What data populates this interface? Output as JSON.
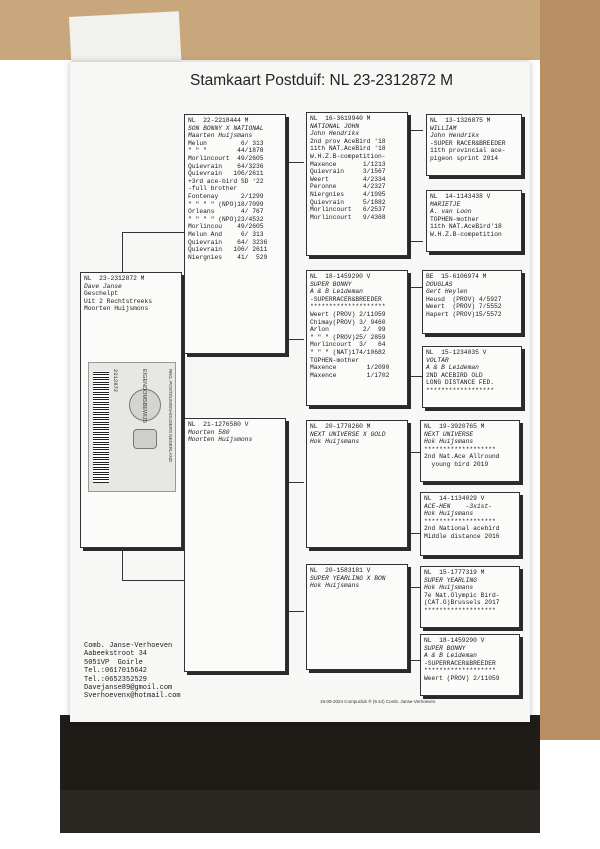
{
  "title": "Stamkaart Postduif: NL  23-2312872 M",
  "pigeon": {
    "lines": [
      "NL  23-2312872 M",
      "Dave Janse",
      "Geschelpt",
      "",
      "Uit 2 Rechtstreeks",
      "Moorten Huijsmons"
    ]
  },
  "stamp": {
    "text1": "EIGENDOMSBEWIJS",
    "text2": "2312872",
    "text3": "REG. POSTDUIVENHOUDERS NEDERLAND"
  },
  "sire": {
    "lines": [
      "NL  22-2218444 M",
      "SON BONNY X NATIONAL",
      "Maarten Huijsmans",
      "Melun         6/ 313",
      "\" \" \"        44/1878",
      "Morlincourt  49/2605",
      "Quievrain    64/3236",
      "Quievrain   106/2611",
      "+3rd ace-bird SD '22",
      "-full brother",
      "Fontenay      2/1299",
      "\" \" \" \" (NPO)18/7099",
      "Orleans       4/ 767",
      "\" \" \" \" (NPO)23/4532",
      "Morlincou    49/2605",
      "Melun And     6/ 313",
      "Quievrain    64/ 3236",
      "Quievrain   106/ 2611",
      "Niergnies    41/  529"
    ]
  },
  "dam": {
    "lines": [
      "NL  21-1276580 V",
      "Moorten 580",
      "Moorten Huijsmons"
    ]
  },
  "ss": {
    "lines": [
      "NL  16-3619940 M",
      "NATIONAL JOHN",
      "John Hendrikx",
      "2nd prov AceBird '18",
      "11th NAT.AceBird '18",
      "W.H.Z.B-competition-",
      "Maxence       1/1213",
      "Quievrain     3/1567",
      "Weert         4/2334",
      "Peronne       4/2327",
      "Niergnies     4/1995",
      "Quievrain     5/1882",
      "Morlincourt   6/2537",
      "Morlincourt   9/4368"
    ]
  },
  "sd": {
    "lines": [
      "NL  18-1459290 V",
      "SUPER BONNY",
      "A & B Leideman",
      "-SUPERRACER&BREEDER",
      "********************",
      "",
      "Weert (PROV) 2/11059",
      "Chimay(PROV) 3/ 9460",
      "Arlon         2/  99",
      "\" \" \" (PROV)25/ 2859",
      "Morlincourt  3/   64",
      "\" \" \" (NAT)174/10682",
      "TOPHEN-mother",
      "Maxence        1/2090",
      "Maxence        1/1702"
    ]
  },
  "ds": {
    "lines": [
      "NL  20-1778260 M",
      "NEXT UNIVERSE X GOLD",
      "Hok Huijsmans"
    ]
  },
  "dd": {
    "lines": [
      "NL  20-1583181 V",
      "SUPER YEARLING X BON",
      "Hok Huijsmans"
    ]
  },
  "sss": {
    "lines": [
      "NL  13-1326875 M",
      "WILLIAM",
      "John Hendrikx",
      "-SUPER RACER&BREEDER",
      "11th provincial ace-",
      "pigeon sprint 2014"
    ]
  },
  "ssd": {
    "lines": [
      "NL  14-1143438 V",
      "MARIETJE",
      "A. van Loon",
      "TOPHEN-mother",
      "11th NAT.AceBird'18",
      "W.H.Z.B-competition"
    ]
  },
  "sds": {
    "lines": [
      "BE  15-6106974 M",
      "DOUGLAS",
      "Gert Heylen",
      "Heusd  (PROV) 4/5927",
      "Weert  (PROV) 7/5552",
      "Hapert (PROV)15/5572"
    ]
  },
  "sdd": {
    "lines": [
      "NL  15-1234035 V",
      "VOLTAR",
      "A & B Leideman",
      "2ND ACEBIRD OLD",
      "LONG DISTANCE FED.",
      "******************"
    ]
  },
  "dss": {
    "lines": [
      "NL  19-3920765 M",
      "NEXT UNIVERSE",
      "Hok Huijsmans",
      "*******************",
      "2nd Nat.Ace Allround",
      "  young bird 2019"
    ]
  },
  "dsd": {
    "lines": [
      "NL  14-1134029 V",
      "ACE-HEN    -3x1st-",
      "Hok Huijsmans",
      "*******************",
      "2nd National acebird",
      "Middle distance 2016"
    ]
  },
  "dds": {
    "lines": [
      "NL  15-1777319 M",
      "SUPER YEARLING",
      "Hok Huijsmans",
      "7e Nat.Olympic Bird-",
      "(CAT.G)Brussels 2017",
      "*******************"
    ]
  },
  "ddd": {
    "lines": [
      "NL  18-1459290 V",
      "SUPER BONNY",
      "A & B Leideman",
      "-SUPERRACER&BREEDER",
      "*******************",
      "",
      "Weert (PROV) 2/11059"
    ]
  },
  "owner": {
    "lines": [
      "Comb. Janse-Verhoeven",
      "",
      "Aabeekstroot 34",
      "5051VP  Goirle",
      "Tel.:0617015642",
      "Tel.:0652352529",
      "Davejanse89@gmoil.com",
      "Sverhoevenx@hotmail.com"
    ]
  },
  "footer": "19-09-2024    Compuclub ® (9.44)    Comb. Janse-Verhoeven"
}
